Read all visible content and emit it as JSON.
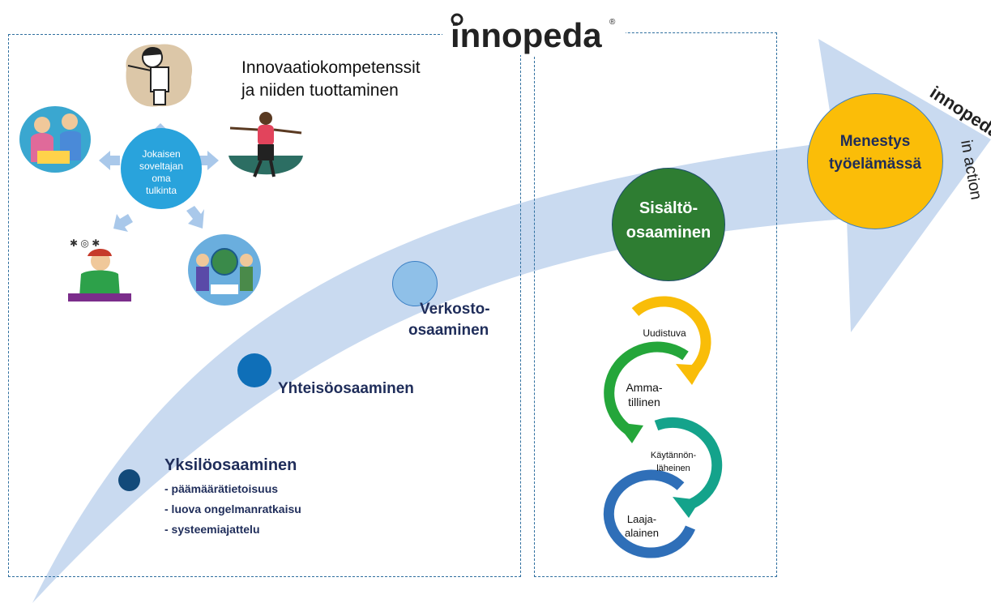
{
  "brand": {
    "logo": "innopeda",
    "registered": "®",
    "corner_logo": "innopeda",
    "corner_tagline": "in action"
  },
  "intro": {
    "line1": "Innovaatiokompetenssit",
    "line2": "ja niiden tuottaminen"
  },
  "hub": {
    "lines": [
      "Jokaisen",
      "soveltajan",
      "oma",
      "tulkinta"
    ]
  },
  "competences": {
    "network": {
      "line1": "Verkosto-",
      "line2": "osaaminen"
    },
    "community": {
      "label": "Yhteisöosaaminen"
    },
    "individual": {
      "label": "Yksilöosaaminen",
      "items": [
        "- päämäärätietoisuus",
        "- luova ongelmanratkaisu",
        "- systeemiajattelu"
      ]
    }
  },
  "content": {
    "line1": "Sisältö-",
    "line2": "osaaminen"
  },
  "success": {
    "line1": "Menestys",
    "line2": "työelämässä"
  },
  "cycle": [
    {
      "lines": [
        "Uudistuva"
      ]
    },
    {
      "lines": [
        "Amma-",
        "tillinen"
      ]
    },
    {
      "lines": [
        "Käytännön-",
        "läheinen"
      ]
    },
    {
      "lines": [
        "Laaja-",
        "alainen"
      ]
    }
  ],
  "colors": {
    "arrow": "#c9daf0",
    "frame": "#2f6f9f",
    "hub": "#29a3dc",
    "content": "#2e7d32",
    "success": "#fbbd08",
    "ring_yellow": "#f9bd08",
    "ring_green": "#24a63a",
    "ring_teal": "#14a38b",
    "ring_blue": "#2f6fb8",
    "text_dark": "#1f2d5a"
  },
  "icons": [
    "teacher-clipart-icon",
    "dancer-clipart-icon",
    "globe-students-clipart-icon",
    "stressed-student-clipart-icon",
    "students-clipart-icon"
  ]
}
